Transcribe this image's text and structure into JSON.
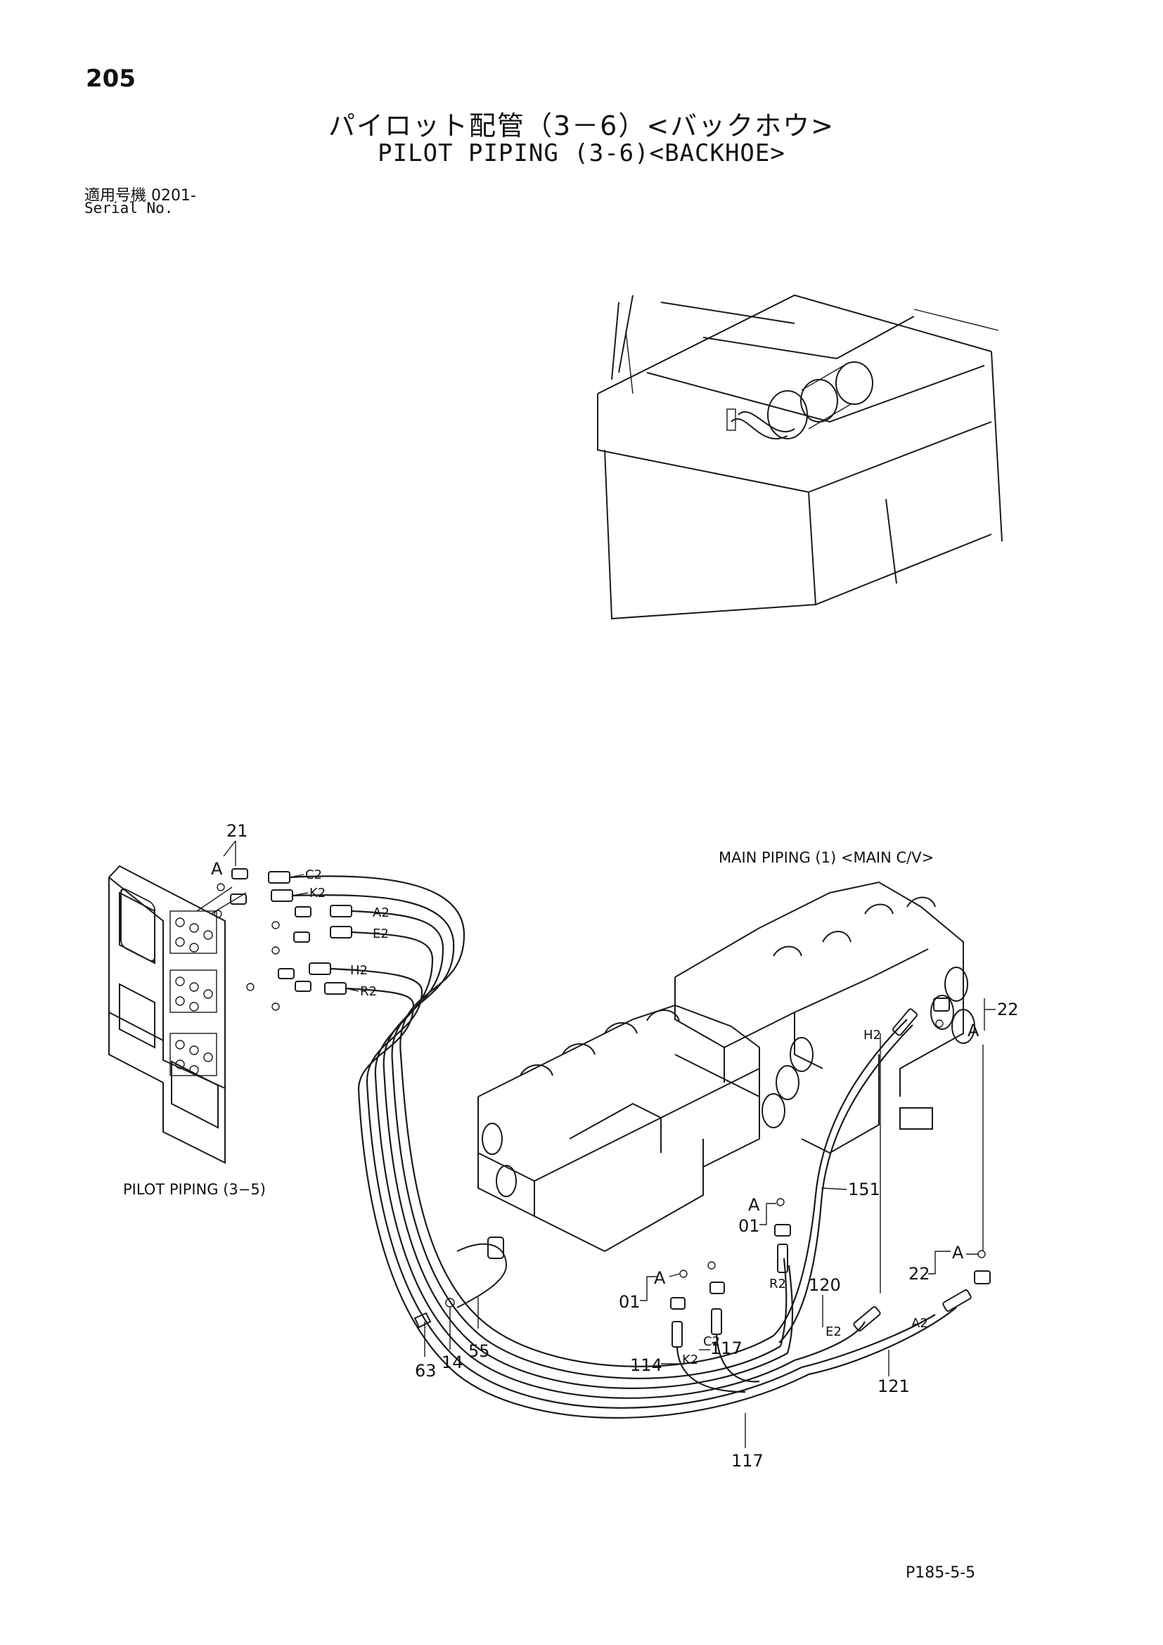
{
  "page": {
    "number": "205",
    "title_jp": "パイロット配管（3－6）<バックホウ>",
    "title_en": "PILOT PIPING (3-6)<BACKHOE>",
    "serial_label_jp": "適用号機 0201-",
    "serial_label_en": "Serial No.",
    "drawing_code": "P185-5-5"
  },
  "references": {
    "main_piping": "MAIN PIPING (1) <MAIN C/V>",
    "pilot_piping": "PILOT PIPING (3−5)"
  },
  "callouts": [
    "21",
    "22",
    "22",
    "01",
    "01",
    "14",
    "55",
    "63",
    "114",
    "117",
    "117",
    "120",
    "121",
    "151"
  ],
  "ports": [
    "C2",
    "K2",
    "A2",
    "E2",
    "H2",
    "R2",
    "H2",
    "R2",
    "C2",
    "K2",
    "E2",
    "A2"
  ],
  "markers": [
    "A",
    "A",
    "A",
    "A",
    "A"
  ]
}
